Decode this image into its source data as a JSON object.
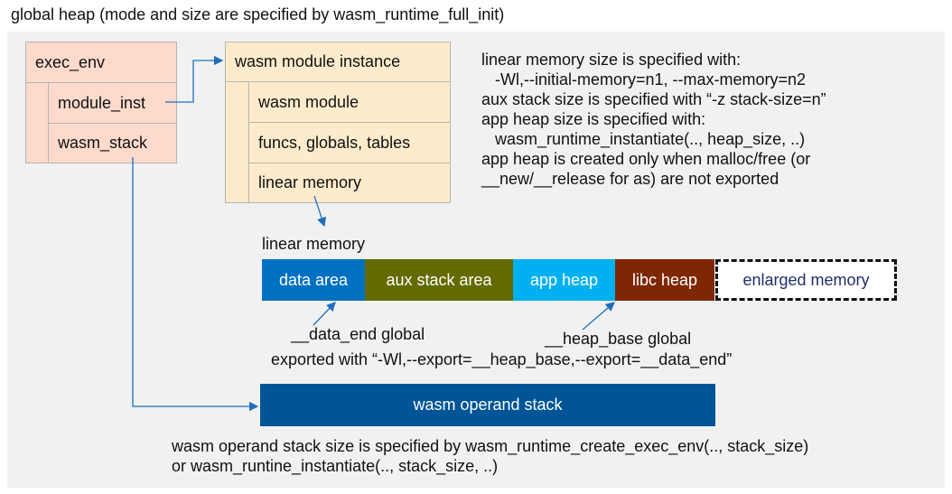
{
  "title": "global heap (mode and size are specified by wasm_runtime_full_init)",
  "exec_env": {
    "header": "exec_env",
    "fields": [
      "module_inst",
      "wasm_stack"
    ]
  },
  "module_instance": {
    "header": "wasm module instance",
    "fields": [
      "wasm module",
      "funcs, globals, tables",
      "linear memory"
    ]
  },
  "notes": [
    "linear memory size is specified with:",
    "   -Wl,--initial-memory=n1, --max-memory=n2",
    "aux stack size is specified with “-z stack-size=n”",
    "app heap size is specified with:",
    "   wasm_runtime_instantiate(.., heap_size, ..)",
    "app heap is created only when malloc/free (or",
    "__new/__release for as) are not exported"
  ],
  "linear_memory": {
    "label": "linear memory",
    "segments": [
      {
        "label": "data area",
        "color": "#0070c0"
      },
      {
        "label": "aux stack area",
        "color": "#636b00"
      },
      {
        "label": "app heap",
        "color": "#00b0f0"
      },
      {
        "label": "libc heap",
        "color": "#7f2704"
      },
      {
        "label": "enlarged memory",
        "color": "#1f2f6b"
      }
    ]
  },
  "annotations": {
    "data_end": "__data_end global",
    "heap_base": "__heap_base global",
    "exported": "exported with “-Wl,--export=__heap_base,--export=__data_end”"
  },
  "operand_stack": {
    "label": "wasm operand stack",
    "color": "#005596"
  },
  "bottom_notes": [
    "wasm operand stack size is specified by wasm_runtime_create_exec_env(.., stack_size)",
    "or wasm_runtine_instantiate(.., stack_size, ..)"
  ]
}
